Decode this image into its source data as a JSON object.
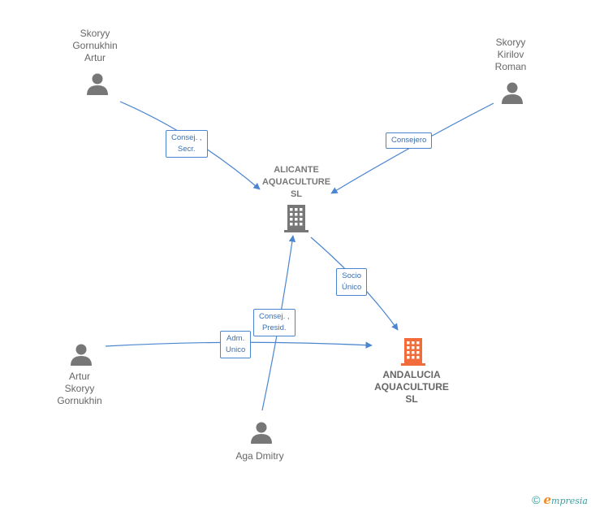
{
  "nodes": {
    "skoryy_artur_top": {
      "label": "Skoryy\nGornukhin\nArtur"
    },
    "skoryy_kirilov": {
      "label": "Skoryy\nKirilov\nRoman"
    },
    "alicante": {
      "label": "ALICANTE\nAQUACULTURE\nSL"
    },
    "andalucia": {
      "label": "ANDALUCIA\nAQUACULTURE\nSL"
    },
    "artur_skoryy": {
      "label": "Artur\nSkoryy\nGornukhin"
    },
    "aga_dmitry": {
      "label": "Aga Dmitry"
    }
  },
  "edges": {
    "consej_secr": {
      "label": "Consej. ,\nSecr."
    },
    "consejero": {
      "label": "Consejero"
    },
    "socio_unico": {
      "label": "Socio\nÚnico"
    },
    "consej_presid": {
      "label": "Consej. ,\nPresid."
    },
    "adm_unico": {
      "label": "Adm.\nUnico"
    }
  },
  "colors": {
    "edge": "#4a86d0",
    "person_icon": "#777777",
    "company_icon": "#777777",
    "focus_company_icon": "#f26b3a"
  },
  "footer": {
    "copyright_symbol": "©",
    "brand_e": "e",
    "brand_rest": "mpresia"
  }
}
